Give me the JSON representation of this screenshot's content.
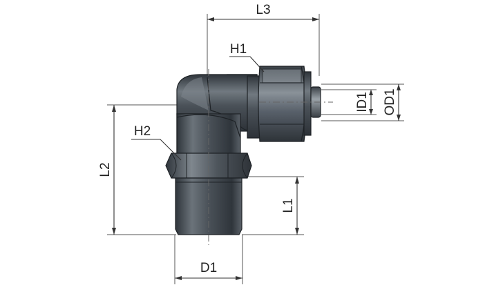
{
  "drawing": {
    "labels": {
      "l3": "L3",
      "h1": "H1",
      "h2": "H2",
      "l2": "L2",
      "l1": "L1",
      "d1": "D1",
      "id1": "ID1",
      "od1": "OD1"
    },
    "colors": {
      "body_dark": "#3c4349",
      "body_mid": "#5d656d",
      "body_light": "#8d959c",
      "dimension_line": "#333333",
      "background": "#ffffff"
    }
  }
}
